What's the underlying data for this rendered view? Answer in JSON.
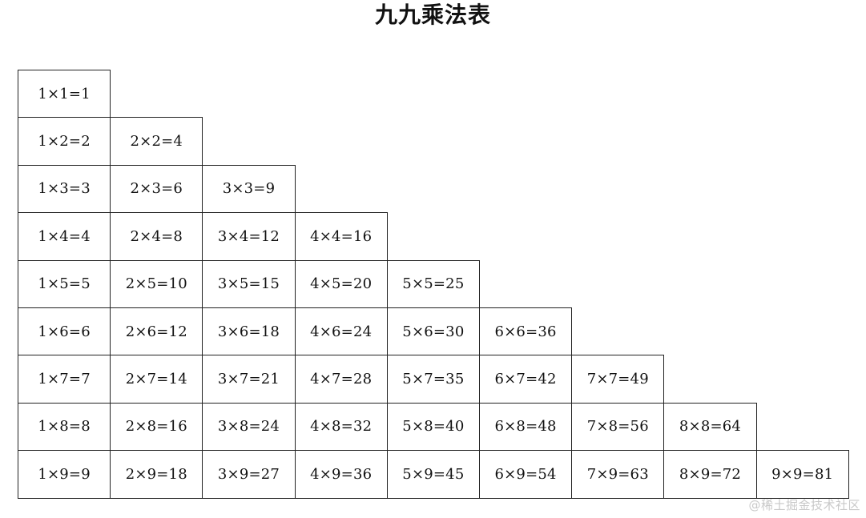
{
  "title": "九九乘法表",
  "rows": [
    [
      "1×1=1"
    ],
    [
      "1×2=2",
      "2×2=4"
    ],
    [
      "1×3=3",
      "2×3=6",
      "3×3=9"
    ],
    [
      "1×4=4",
      "2×4=8",
      "3×4=12",
      "4×4=16"
    ],
    [
      "1×5=5",
      "2×5=10",
      "3×5=15",
      "4×5=20",
      "5×5=25"
    ],
    [
      "1×6=6",
      "2×6=12",
      "3×6=18",
      "4×6=24",
      "5×6=30",
      "6×6=36"
    ],
    [
      "1×7=7",
      "2×7=14",
      "3×7=21",
      "4×7=28",
      "5×7=35",
      "6×7=42",
      "7×7=49"
    ],
    [
      "1×8=8",
      "2×8=16",
      "3×8=24",
      "4×8=32",
      "5×8=40",
      "6×8=48",
      "7×8=56",
      "8×8=64"
    ],
    [
      "1×9=9",
      "2×9=18",
      "3×9=27",
      "4×9=36",
      "5×9=45",
      "6×9=54",
      "7×9=63",
      "8×9=72",
      "9×9=81"
    ]
  ],
  "watermark": "@稀土掘金技术社区"
}
